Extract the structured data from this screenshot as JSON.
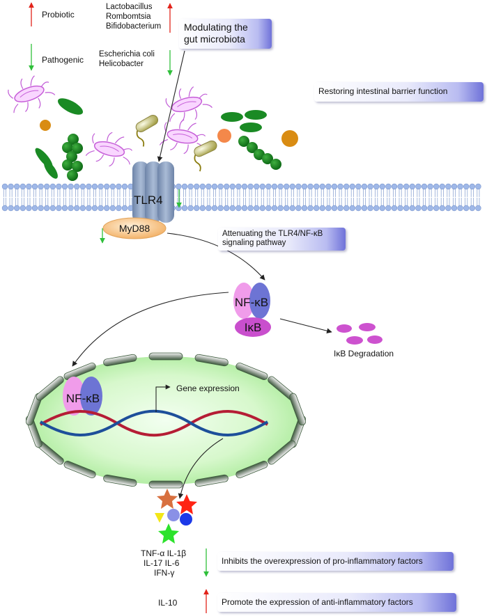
{
  "microbiota": {
    "probiotic_label": "Probiotic",
    "probiotic_taxa": [
      "Lactobacillus",
      "Rombomtsia",
      "Bifidobacterium"
    ],
    "pathogenic_label": "Pathogenic",
    "pathogenic_taxa": [
      "Escherichia coli",
      "Helicobacter"
    ]
  },
  "boxes": {
    "modulating_line1": "Modulating the",
    "modulating_line2": "gut microbiota",
    "barrier": "Restoring intestinal barrier function",
    "attenuating_line1": "Attenuating the TLR4/NF-κB",
    "attenuating_line2": "signaling pathway",
    "inhibits": "Inhibits the overexpression of pro-inflammatory factors",
    "promote": "Promote the expression of anti-inflammatory factors"
  },
  "molecules": {
    "tlr4": "TLR4",
    "myd88": "MyD88",
    "nfkb": "NF-κB",
    "ikb": "IκB",
    "ikb_degradation": "IκB Degradation",
    "nfkb_nucleus": "NF-κB",
    "gene_expression": "Gene expression"
  },
  "cytokines": {
    "row1": "TNF-α  IL-1β",
    "row2": "IL-17  IL-6",
    "row3": "IFN-γ",
    "anti": "IL-10"
  },
  "colors": {
    "up_arrow": "#e2231a",
    "down_arrow": "#2fbf3a",
    "membrane": "#9fb8e8",
    "tlr4": "#7f95b8",
    "nucleus": "#d2f7c6"
  }
}
